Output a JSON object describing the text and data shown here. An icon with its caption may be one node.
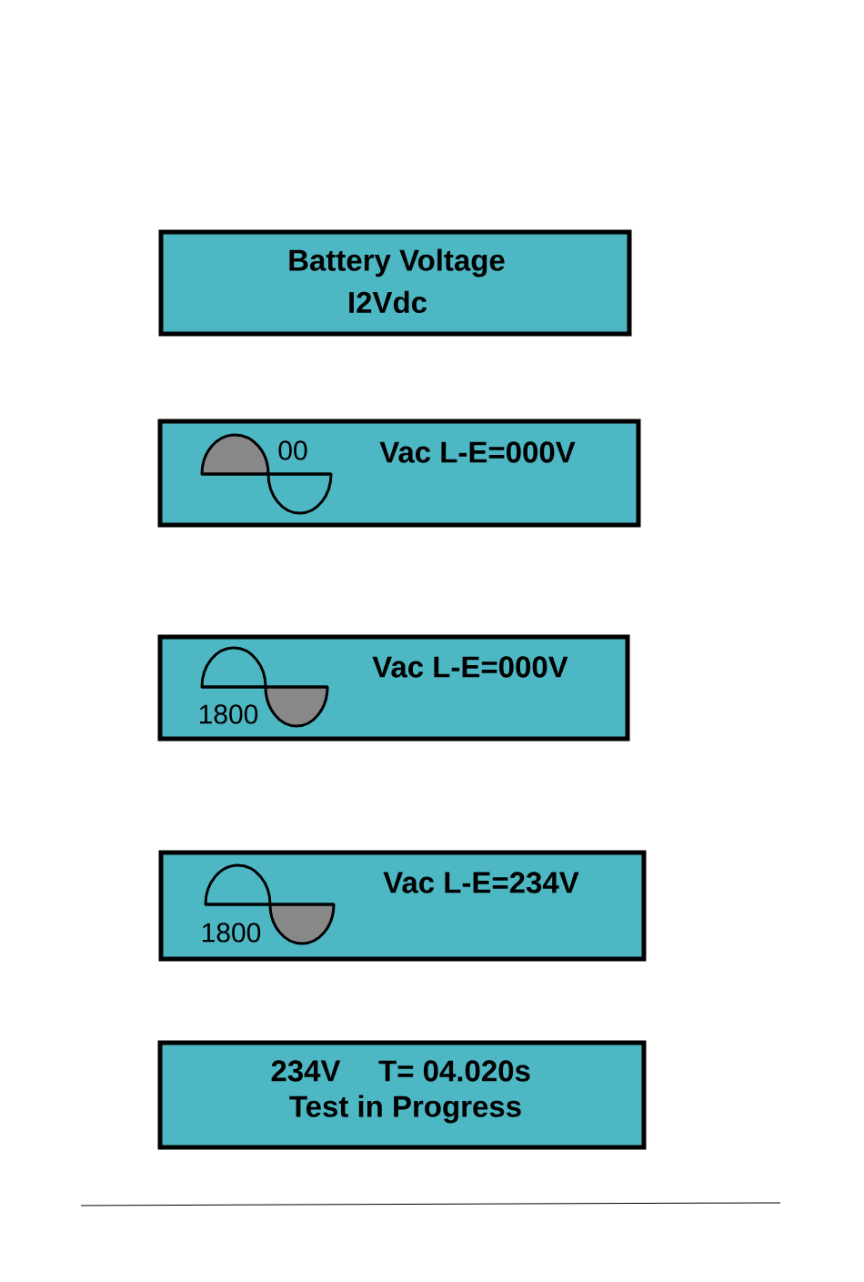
{
  "diagram": {
    "nodes": [
      {
        "text": [
          "Battery Voltage",
          "I2Vdc"
        ]
      },
      {
        "text": [
          "00",
          "Vac L-E=000V"
        ]
      },
      {
        "text": [
          "Vac L-E=000V",
          "1800"
        ]
      },
      {
        "text": [
          "Vac L-E=234V",
          "1800"
        ]
      },
      {
        "text": [
          "234V",
          "T= 04.020s",
          "Test in Progress"
        ]
      }
    ]
  }
}
